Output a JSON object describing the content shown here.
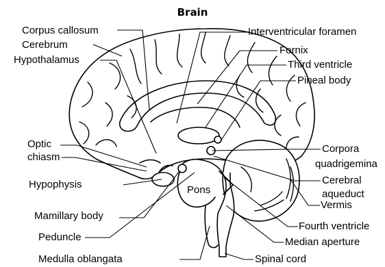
{
  "title": "Brain",
  "labels": {
    "corpus_callosum": "Corpus callosum",
    "cerebrum": "Cerebrum",
    "hypothalamus": "Hypothalamus",
    "optic_chiasm_1": "Optic",
    "optic_chiasm_2": "chiasm",
    "hypophysis": "Hypophysis",
    "mamillary_body": "Mamillary body",
    "peduncle": "Peduncle",
    "medulla_oblongata": "Medulla oblangata",
    "interventricular_foramen": "Interventricular foramen",
    "fornix": "Fornix",
    "third_ventricle": "Third ventricle",
    "pineal_body": "Pineal body",
    "corpora_quadrigemina_1": "Corpora",
    "corpora_quadrigemina_2": "quadrigemina",
    "cerebral_aqueduct_1": "Cerebral",
    "cerebral_aqueduct_2": "aqueduct",
    "vermis": "Vermis",
    "fourth_ventricle": "Fourth ventricle",
    "median_aperture": "Median aperture",
    "spinal_cord": "Spinal cord",
    "pons": "Pons"
  }
}
